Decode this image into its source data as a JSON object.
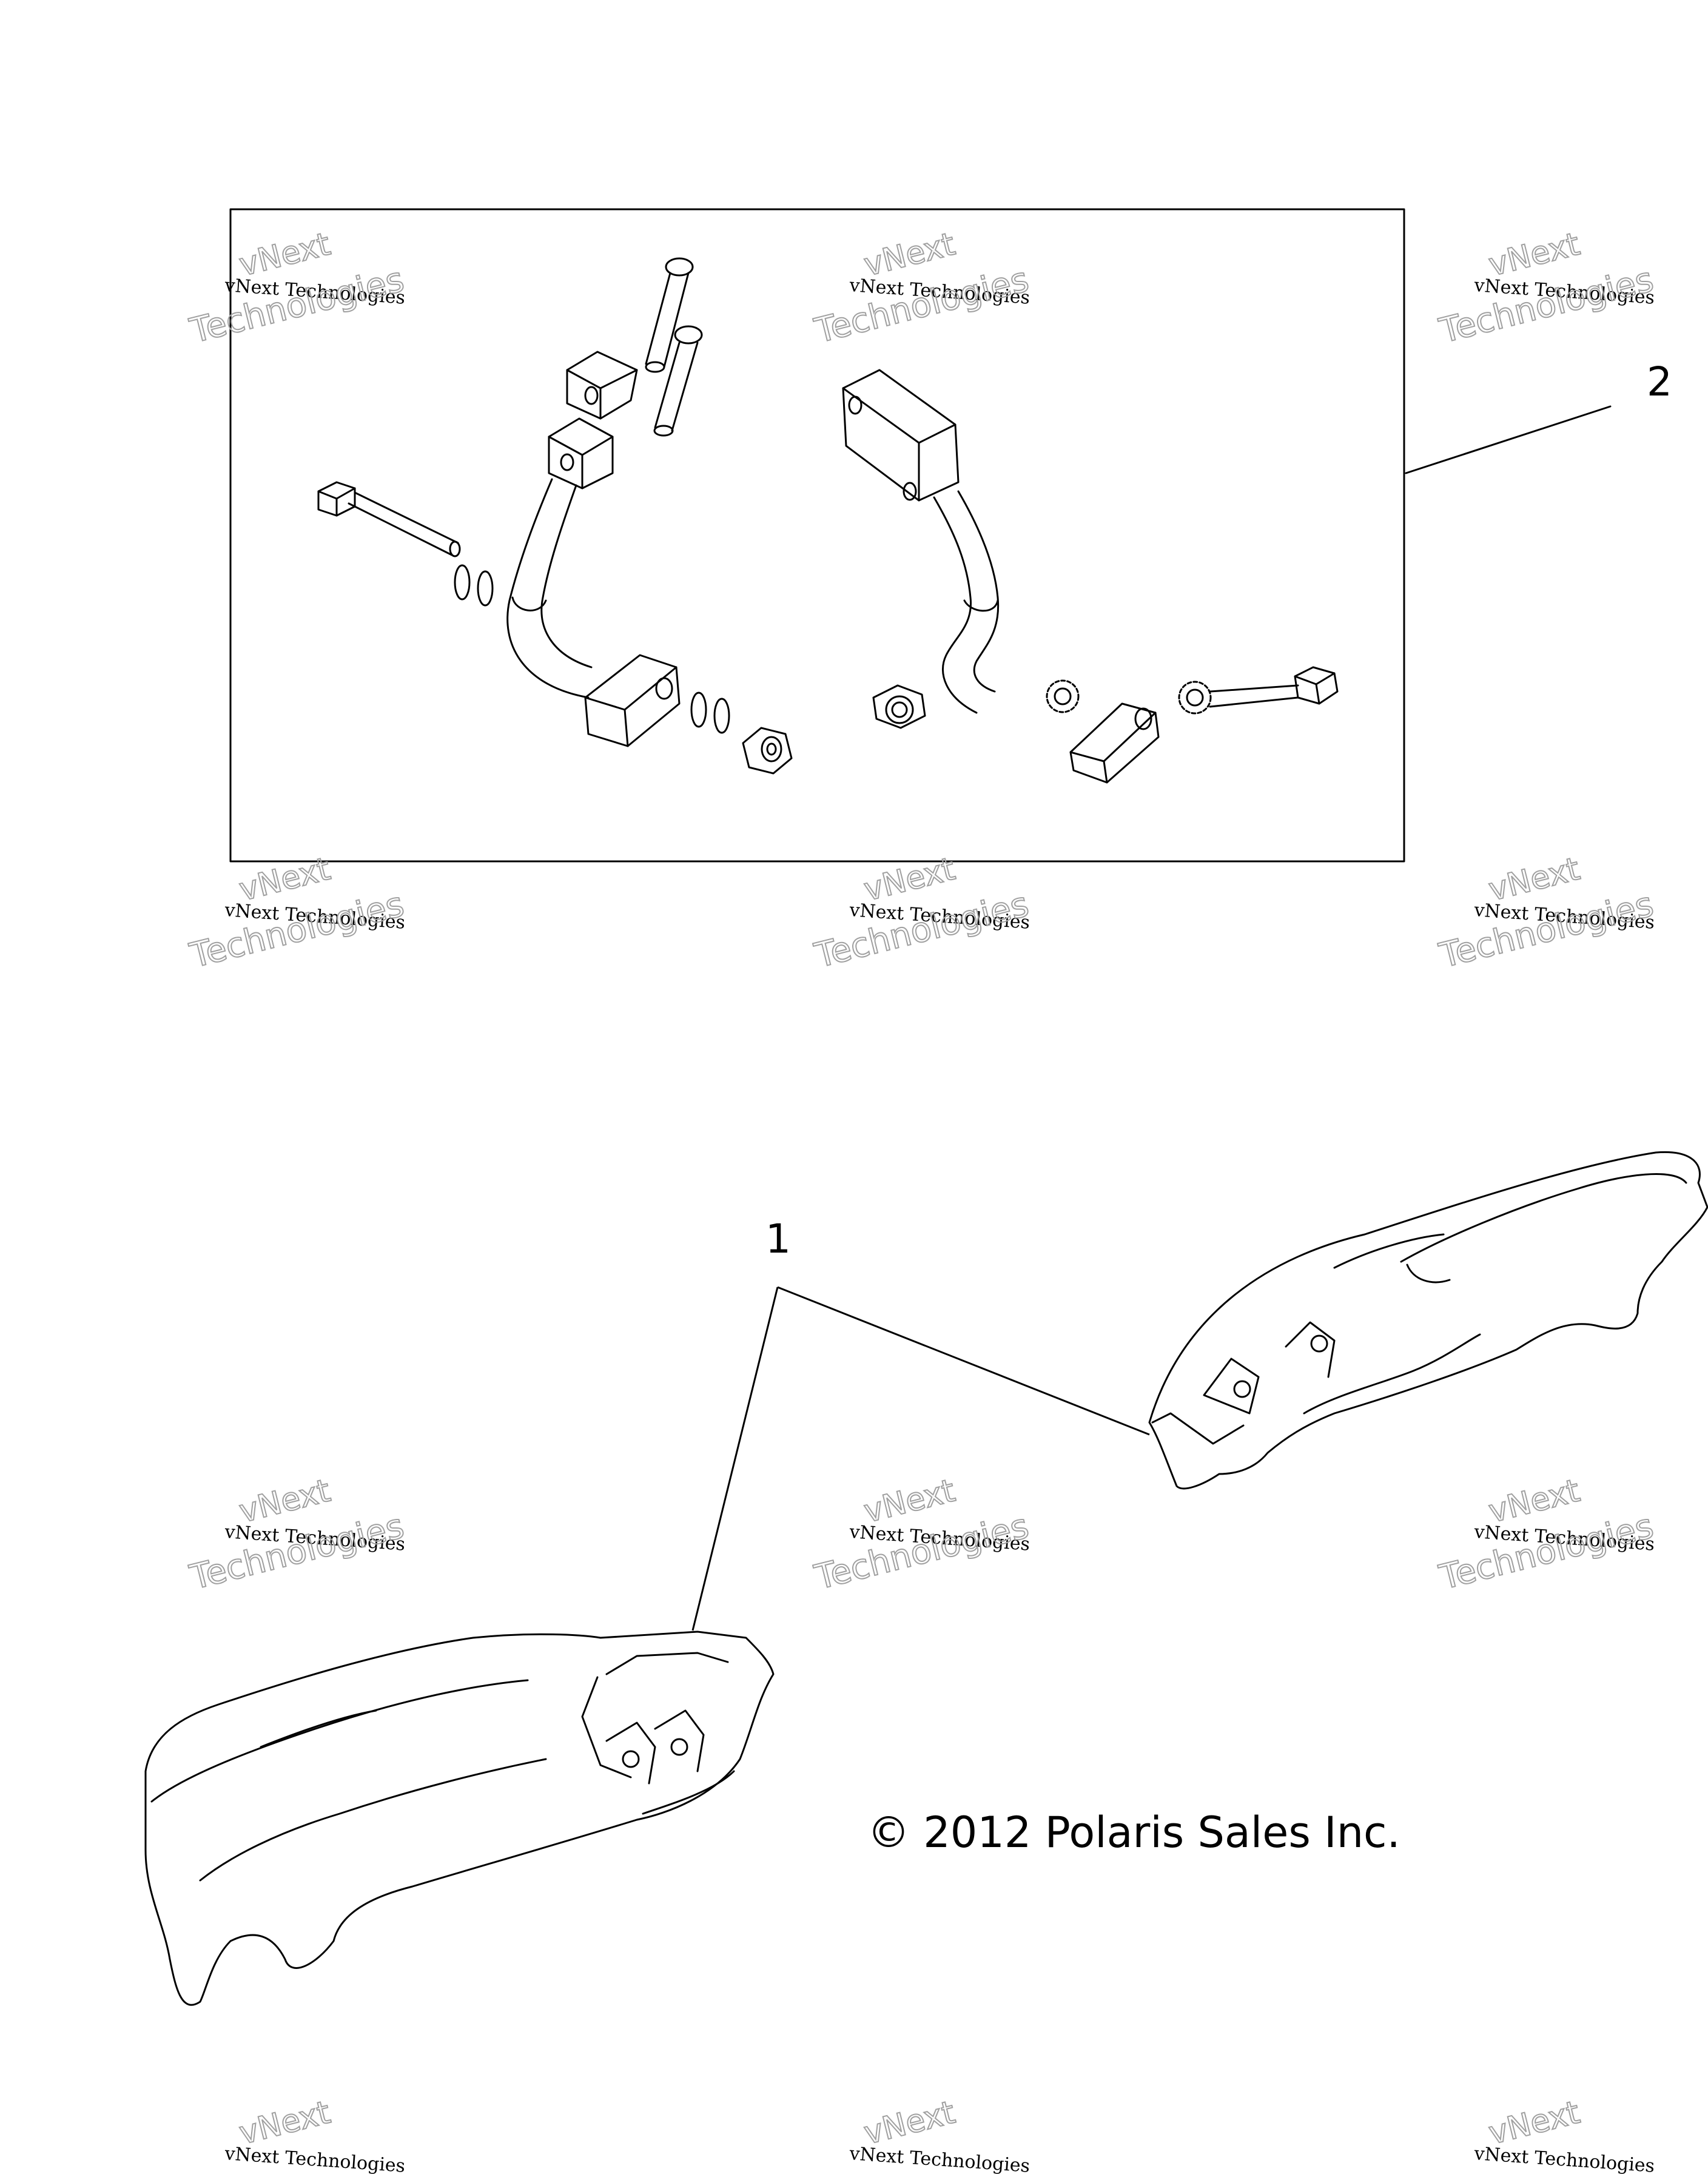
{
  "diagram": {
    "callouts": [
      {
        "label": "1"
      },
      {
        "label": "2"
      }
    ],
    "copyright": "© 2012 Polaris Sales Inc.",
    "watermark": {
      "line_top": "vNext",
      "line_middle": "vNext Technologies",
      "line_bottom": "Technologies"
    },
    "line_color": "#000000",
    "background_color": "#ffffff",
    "watermark_color": "#a0a0a0"
  }
}
